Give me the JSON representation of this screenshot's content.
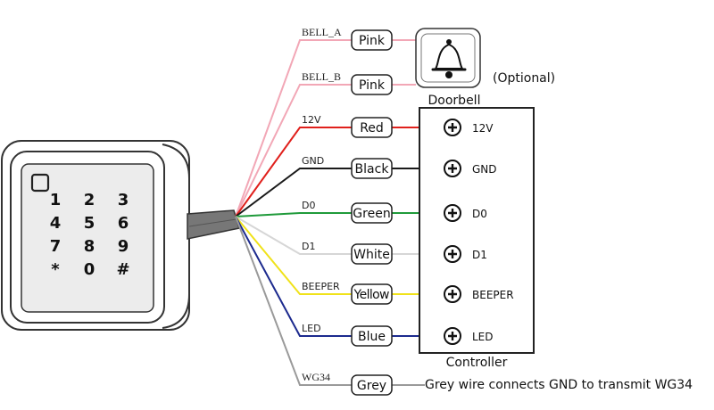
{
  "keypad": {
    "keys": [
      "1",
      "2",
      "3",
      "4",
      "5",
      "6",
      "7",
      "8",
      "9",
      "*",
      "0",
      "#"
    ]
  },
  "wires": [
    {
      "signal": "BELL_A",
      "color_name": "Pink",
      "stroke": "#f2a7b6"
    },
    {
      "signal": "BELL_B",
      "color_name": "Pink",
      "stroke": "#f2a7b6"
    },
    {
      "signal": "12V",
      "color_name": "Red",
      "stroke": "#e0201c",
      "terminal": "12V"
    },
    {
      "signal": "GND",
      "color_name": "Black",
      "stroke": "#1a1a1a",
      "terminal": "GND"
    },
    {
      "signal": "D0",
      "color_name": "Green",
      "stroke": "#1f9a3a",
      "terminal": "D0"
    },
    {
      "signal": "D1",
      "color_name": "White",
      "stroke": "#d6d6d6",
      "terminal": "D1"
    },
    {
      "signal": "BEEPER",
      "color_name": "Yellow",
      "stroke": "#f0e21a",
      "terminal": "BEEPER"
    },
    {
      "signal": "LED",
      "color_name": "Blue",
      "stroke": "#1c2a8e",
      "terminal": "LED"
    },
    {
      "signal": "WG34",
      "color_name": "Grey",
      "stroke": "#9a9a9a"
    }
  ],
  "doorbell": {
    "label": "Doorbell",
    "note": "(Optional)"
  },
  "controller": {
    "label": "Controller"
  },
  "grey_note": "Grey wire connects GND to transmit WG34"
}
